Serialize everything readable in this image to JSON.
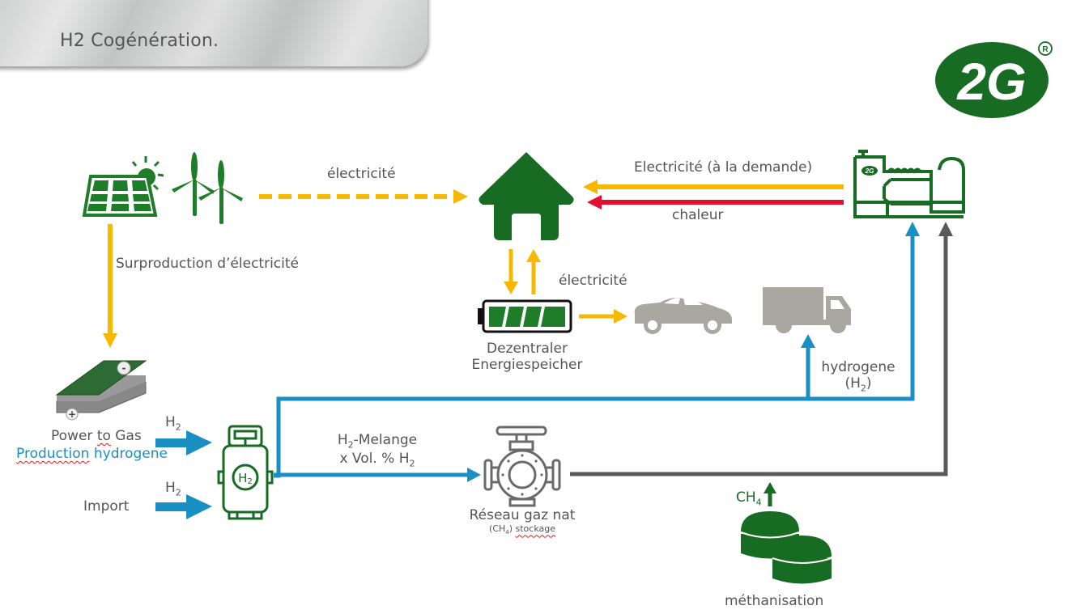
{
  "header": {
    "title": "H2 Cogénération.",
    "logo_text": "2G",
    "logo_mark": "®"
  },
  "colors": {
    "green": "#176b22",
    "yellow": "#f7b800",
    "red": "#e2102e",
    "blue": "#1a8fc4",
    "gray": "#5a5a5a",
    "vehicle_gray": "#a8a7a0"
  },
  "nodes": {
    "renewables": {
      "icons": [
        "solar-panel-icon",
        "wind-turbine-icon"
      ]
    },
    "house": {
      "icon": "house-icon"
    },
    "chp_unit": {
      "icon": "chp-generator-icon",
      "badge": "2G"
    },
    "electrolyzer": {
      "icon": "electrolyzer-stack-icon",
      "minus": "-",
      "plus": "+"
    },
    "battery": {
      "icon": "battery-icon",
      "label_line1": "Dezentraler",
      "label_line2": "Energiespeicher"
    },
    "car": {
      "icon": "car-icon"
    },
    "truck": {
      "icon": "truck-icon"
    },
    "h2_tank": {
      "icon": "h2-tank-icon",
      "symbol": "H",
      "symbol_sub": "2"
    },
    "gas_grid": {
      "icon": "gas-valve-icon",
      "label": "Réseau gaz nat",
      "sublabel_pre": "(CH",
      "sublabel_sub": "4",
      "sublabel_post": ") ",
      "sublabel_word": "stockage"
    },
    "methanisation": {
      "icon": "biogas-digester-icon",
      "label": "méthanisation"
    }
  },
  "flows": {
    "electricite_top": "électricité",
    "electricite_demand": "Electricité (à la demande)",
    "chaleur": "chaleur",
    "surproduction": "Surproduction d’électricité",
    "electricite_battery": "électricité",
    "power_to_gas": {
      "pre": "Power ",
      "to": "to",
      "post": " Gas"
    },
    "production_hydrogene": {
      "word1": "Production",
      "word2": " hydrogene"
    },
    "h2_label": {
      "main": "H",
      "sub": "2"
    },
    "import": "Import",
    "h2_melange": {
      "main": "H",
      "sub": "2",
      "rest": "-Melange"
    },
    "x_vol": {
      "pre": "x Vol. % H",
      "sub": "2"
    },
    "hydrogene": "hydrogene",
    "hydrogene_h2": {
      "pre": "(H",
      "sub": "2",
      "post": ")"
    },
    "ch4": {
      "main": "CH",
      "sub": "4"
    }
  }
}
